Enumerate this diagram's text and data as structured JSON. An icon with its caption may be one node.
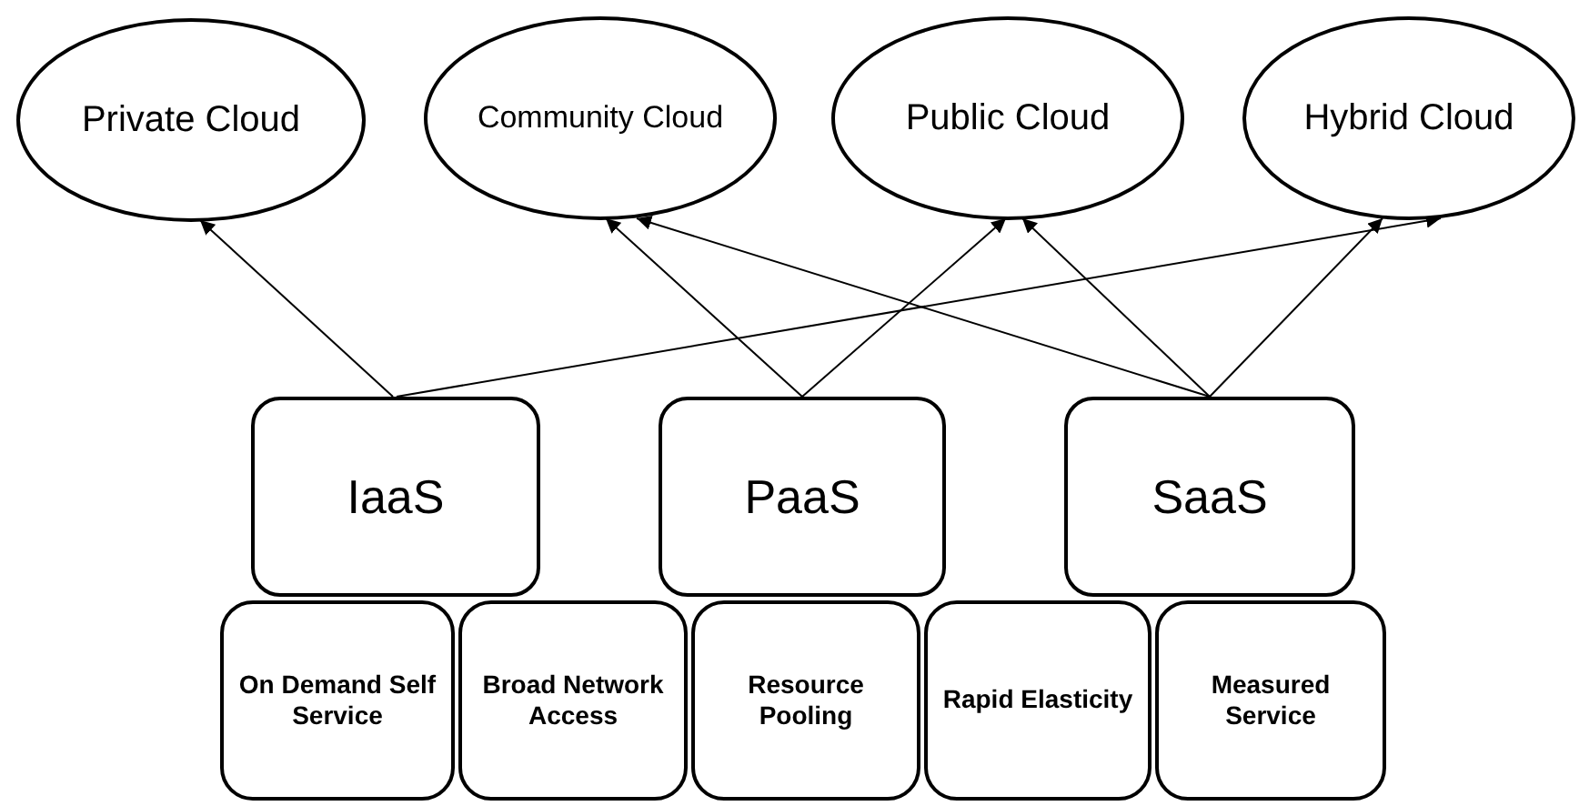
{
  "diagram": {
    "nodes": [
      {
        "text": [
          "Private Cloud"
        ]
      },
      {
        "text": [
          "Community Cloud"
        ]
      },
      {
        "text": [
          "Public Cloud"
        ]
      },
      {
        "text": [
          "Hybrid Cloud"
        ]
      },
      {
        "text": [
          "IaaS"
        ]
      },
      {
        "text": [
          "PaaS"
        ]
      },
      {
        "text": [
          "SaaS"
        ]
      },
      {
        "text": [
          "On Demand Self Service"
        ]
      },
      {
        "text": [
          "Broad Network Access"
        ]
      },
      {
        "text": [
          "Resource Pooling"
        ]
      },
      {
        "text": [
          "Rapid Elasticity"
        ]
      },
      {
        "text": [
          "Measured Service"
        ]
      }
    ],
    "edges": [
      {
        "from": 4,
        "to": 0,
        "arrow": "to"
      },
      {
        "from": 4,
        "to": 3,
        "arrow": "to"
      },
      {
        "from": 5,
        "to": 1,
        "arrow": "to"
      },
      {
        "from": 5,
        "to": 2,
        "arrow": "to"
      },
      {
        "from": 6,
        "to": 1,
        "arrow": "to"
      },
      {
        "from": 6,
        "to": 2,
        "arrow": "to"
      },
      {
        "from": 6,
        "to": 3,
        "arrow": "to"
      }
    ]
  }
}
